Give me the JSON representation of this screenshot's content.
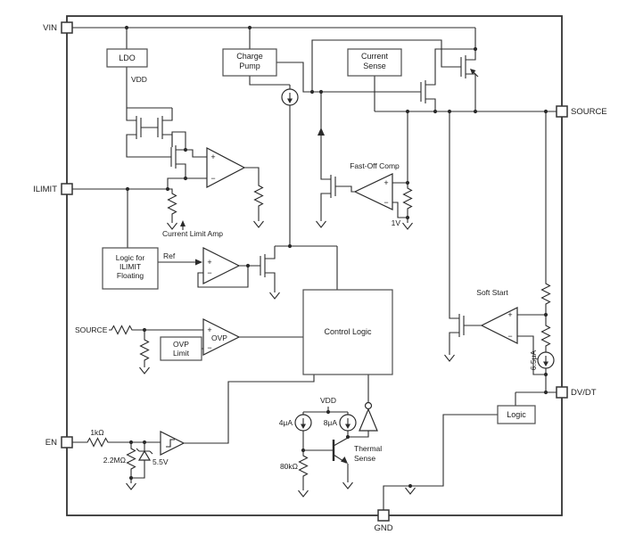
{
  "pins": {
    "vin": "VIN",
    "ilimit": "ILIMIT",
    "en": "EN",
    "source": "SOURCE",
    "dvdt": "DV/DT",
    "gnd": "GND"
  },
  "blocks": {
    "ldo": "LDO",
    "charge_pump": {
      "l1": "Charge",
      "l2": "Pump"
    },
    "current_sense": {
      "l1": "Current",
      "l2": "Sense"
    },
    "ilimit_logic": {
      "l1": "Logic for",
      "l2": "ILIMIT",
      "l3": "Floating"
    },
    "ovp_limit": {
      "l1": "OVP",
      "l2": "Limit"
    },
    "control_logic": "Control Logic",
    "logic": "Logic"
  },
  "labels": {
    "vdd_top": "VDD",
    "vdd_bottom": "VDD",
    "source_net": "SOURCE",
    "ref": "Ref",
    "current_limit_amp": "Current Limit Amp",
    "fast_off_comp": "Fast-Off Comp",
    "ovp": "OVP",
    "soft_start": "Soft Start",
    "one_volt": "1V",
    "five_v5": "5.5V",
    "r_1k": "1kΩ",
    "r_2m2": "2.2MΩ",
    "r_80k": "80kΩ",
    "i_4ua": "4μA",
    "i_8ua": "8μA",
    "i_6ua5": "6.5μA",
    "thermal": {
      "l1": "Thermal",
      "l2": "Sense"
    }
  },
  "sym": {
    "plus": "+",
    "minus": "−"
  }
}
